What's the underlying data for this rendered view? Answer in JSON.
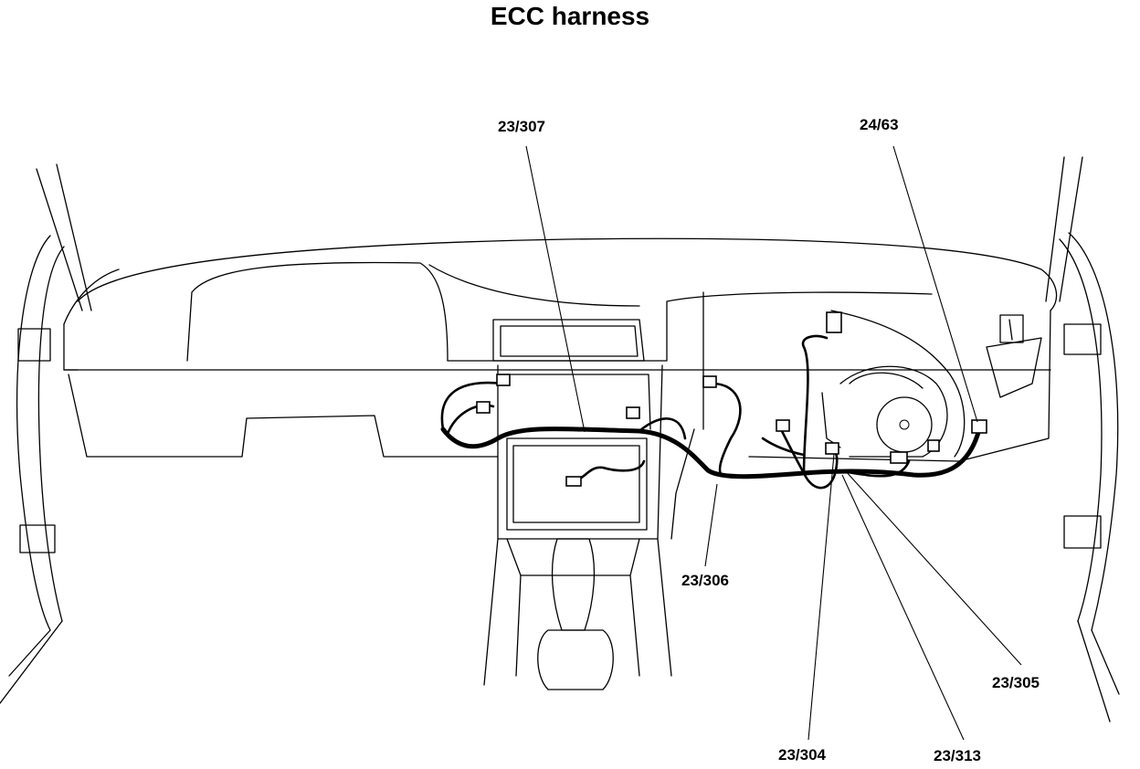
{
  "title": "ECC harness",
  "callouts": {
    "c_23_307": "23/307",
    "c_24_63": "24/63",
    "c_23_306": "23/306",
    "c_23_305": "23/305",
    "c_23_304": "23/304",
    "c_23_313": "23/313"
  }
}
